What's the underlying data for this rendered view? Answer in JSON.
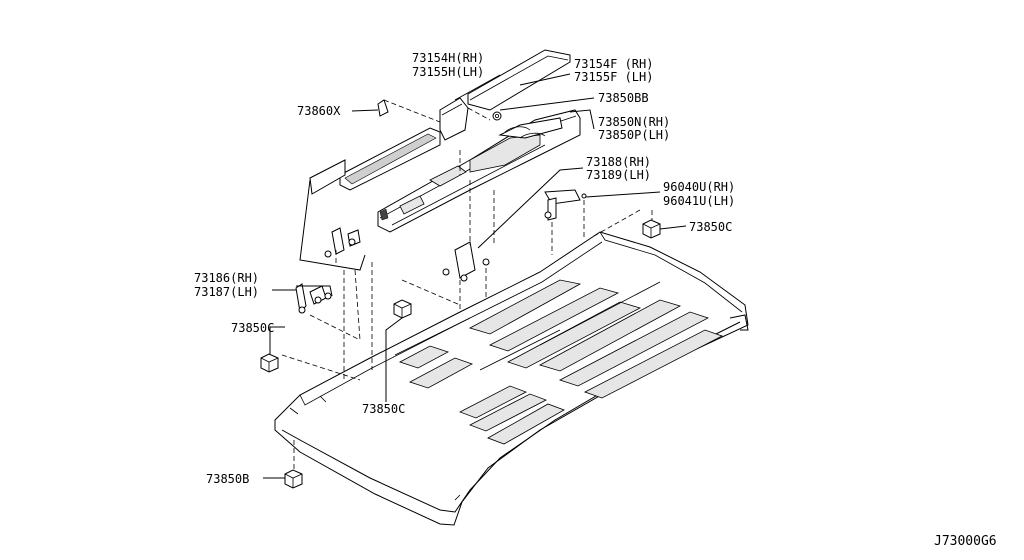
{
  "diagram_code": "J73000G6",
  "callouts": {
    "trim_inner_rh": "73154H(RH)",
    "trim_inner_lh": "73155H(LH)",
    "trim_outer_rh": "73154F (RH)",
    "trim_outer_lh": "73155F (LH)",
    "clip_73860x": "73860X",
    "clip_73850bb": "73850BB",
    "rail_rh": "73850N(RH)",
    "rail_lh": "73850P(LH)",
    "bracket_mid_rh": "73188(RH)",
    "bracket_mid_lh": "73189(LH)",
    "bracket_side_rh": "96040U(RH)",
    "bracket_side_lh": "96041U(LH)",
    "clip_73850c_right": "73850C",
    "bracket_left_rh": "73186(RH)",
    "bracket_left_lh": "73187(LH)",
    "clip_73850c_left": "73850C",
    "clip_73850c_center": "73850C",
    "clip_73850b": "73850B"
  }
}
